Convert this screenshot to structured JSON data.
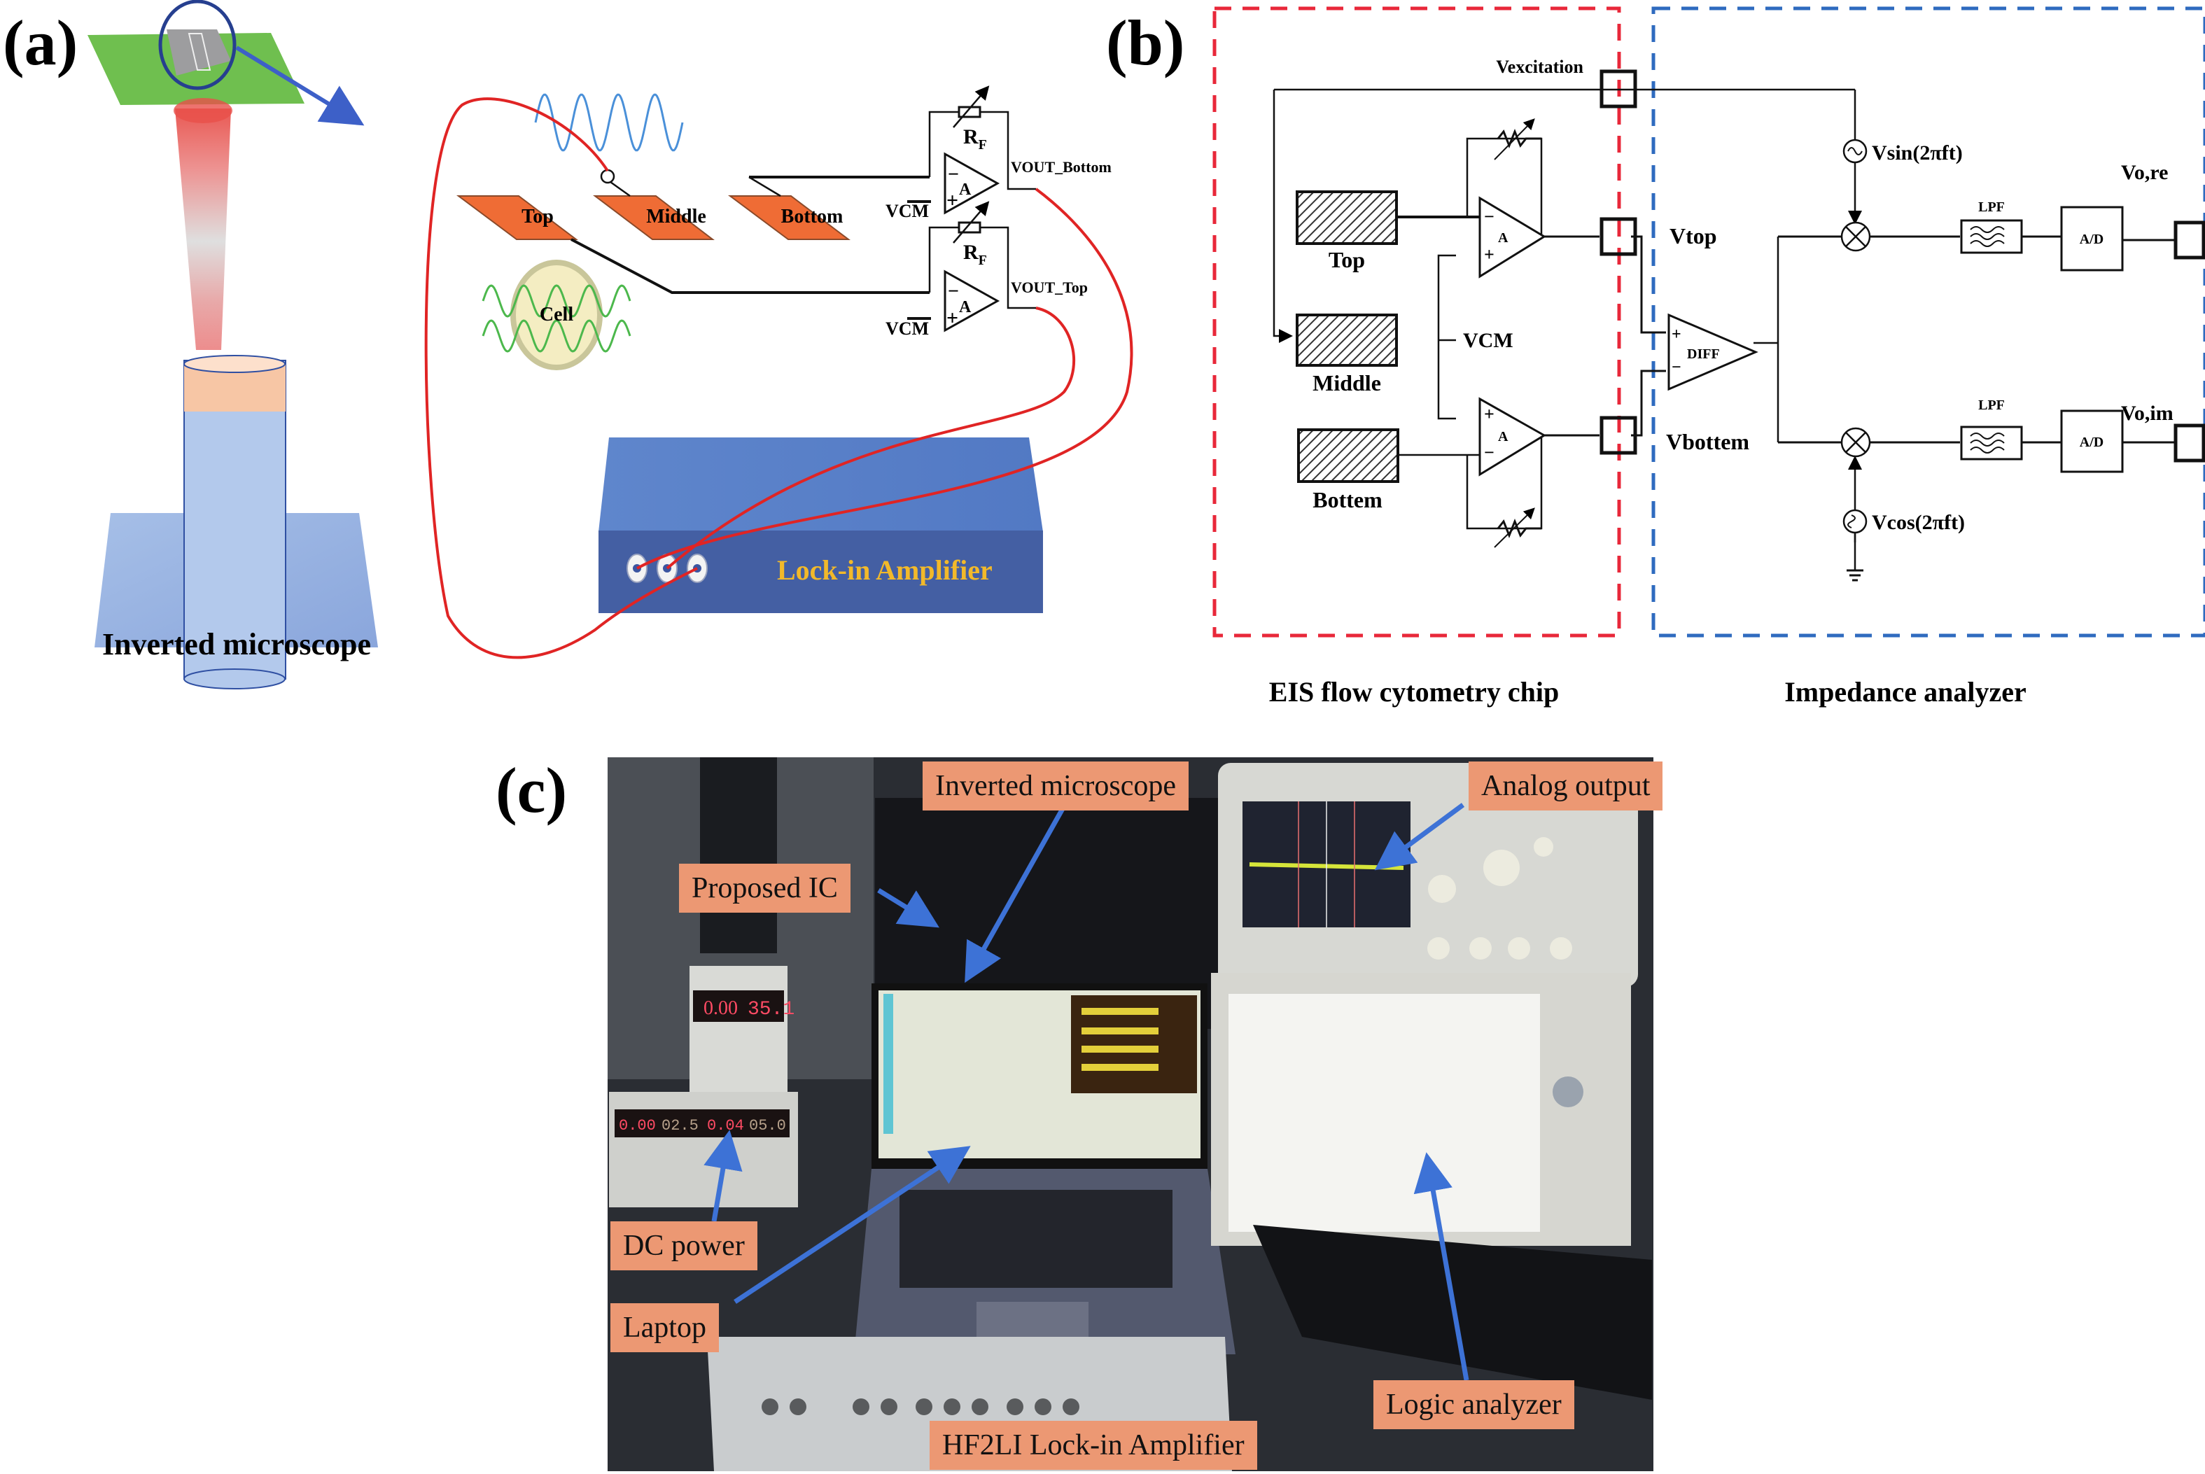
{
  "panel_a": {
    "label": "(a)",
    "electrodes": [
      "Top",
      "Middle",
      "Bottom"
    ],
    "cell_label": "Cell",
    "rf_label": "R",
    "rf_sub": "F",
    "vcm_label": "VCM",
    "amp_label": "A",
    "vout_bottom": "VOUT_Bottom",
    "vout_top": "VOUT_Top",
    "microscope_label": "Inverted microscope",
    "lockin_label": "Lock-in Amplifier",
    "colors": {
      "chip": "#6fbf4f",
      "electrode": "#ef6c35",
      "wire": "#e02424",
      "box": "#4f73be",
      "lockin_text": "#f2b92a",
      "excitation_wave": "#4a90d9",
      "cell_wave": "#4cb84c"
    }
  },
  "panel_b": {
    "label": "(b)",
    "vexcitation": "Vexcitation",
    "electrodes": [
      "Top",
      "Middle",
      "Bottem"
    ],
    "vcm": "VCM",
    "amp": "A",
    "vtop": "Vtop",
    "vbottom": "Vbottem",
    "diff": "DIFF",
    "plus": "+",
    "minus": "−",
    "vsin": "Vsin(2πft)",
    "vcos": "Vcos(2πft)",
    "lpf": "LPF",
    "adc": "A/D",
    "vo_re": "Vo,re",
    "vo_im": "Vo,im",
    "chip_caption": "EIS flow cytometry chip",
    "analyzer_caption": "Impedance analyzer",
    "colors": {
      "chip_border": "#e8283a",
      "analyzer_border": "#2f6bbf"
    }
  },
  "panel_c": {
    "label": "(c)",
    "callouts": [
      "Inverted microscope",
      "Analog output",
      "Proposed IC",
      "DC power",
      "Laptop",
      "Logic analyzer",
      "HF2LI Lock-in Amplifier"
    ],
    "dc_power_readouts": [
      "0.00",
      "35.1",
      "0.00",
      "02.5",
      "0.04",
      "05.0"
    ],
    "callout_color": "#ec9873",
    "arrow_color": "#3d72d6"
  }
}
